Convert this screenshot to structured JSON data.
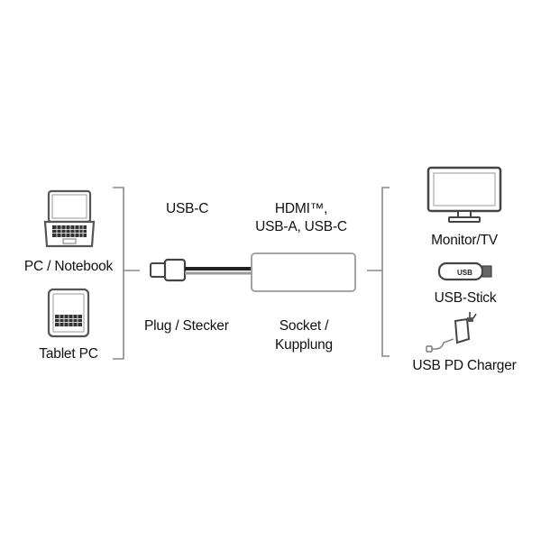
{
  "left_devices": {
    "pc_notebook": "PC / Notebook",
    "tablet": "Tablet PC"
  },
  "plug": {
    "type": "USB-C",
    "caption": "Plug / Stecker"
  },
  "socket": {
    "types_line1": "HDMI™,",
    "types_line2": "USB-A, USB-C",
    "caption_line1": "Socket /",
    "caption_line2": "Kupplung"
  },
  "right_devices": {
    "monitor": "Monitor/TV",
    "usb_stick": "USB-Stick",
    "usb_stick_marking": "USB",
    "charger": "USB PD Charger"
  }
}
